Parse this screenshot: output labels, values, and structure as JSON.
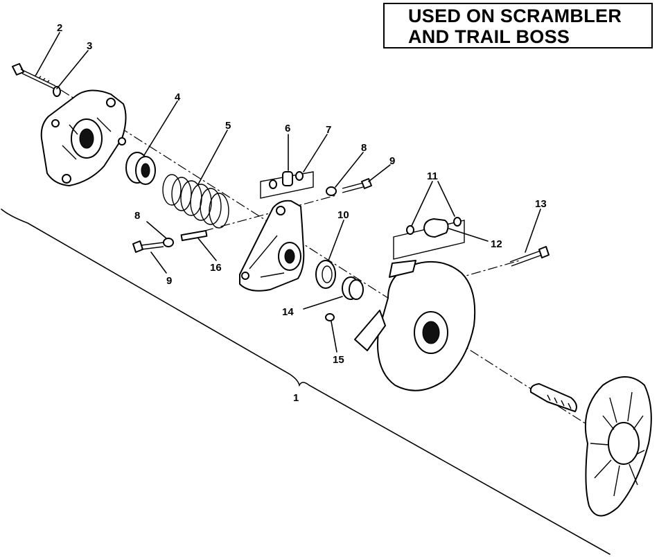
{
  "note": {
    "line1": "USED ON SCRAMBLER",
    "line2": "AND TRAIL BOSS"
  },
  "callouts": {
    "c1": "1",
    "c2": "2",
    "c3": "3",
    "c4": "4",
    "c5": "5",
    "c6": "6",
    "c7": "7",
    "c8a": "8",
    "c8b": "8",
    "c9a": "9",
    "c9b": "9",
    "c10": "10",
    "c11": "11",
    "c12": "12",
    "c13": "13",
    "c14": "14",
    "c15": "15",
    "c16": "16"
  },
  "colors": {
    "ink": "#000000",
    "paper": "#ffffff"
  }
}
